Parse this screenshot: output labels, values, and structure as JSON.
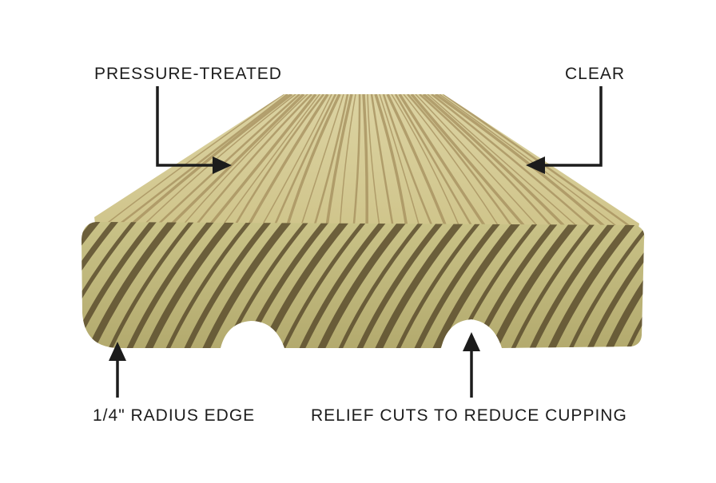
{
  "callouts": {
    "pressure_treated": "PRESSURE-TREATED",
    "clear": "CLEAR",
    "radius_edge": "1/4\" RADIUS EDGE",
    "relief_cuts": "RELIEF CUTS TO REDUCE CUPPING"
  },
  "colors": {
    "wood_top": "#d4c992",
    "wood_top_grain": "#a48e5c",
    "wood_end": "#bfb77e",
    "wood_end_ring": "#5c4e2e",
    "ink": "#1c1c1c"
  }
}
